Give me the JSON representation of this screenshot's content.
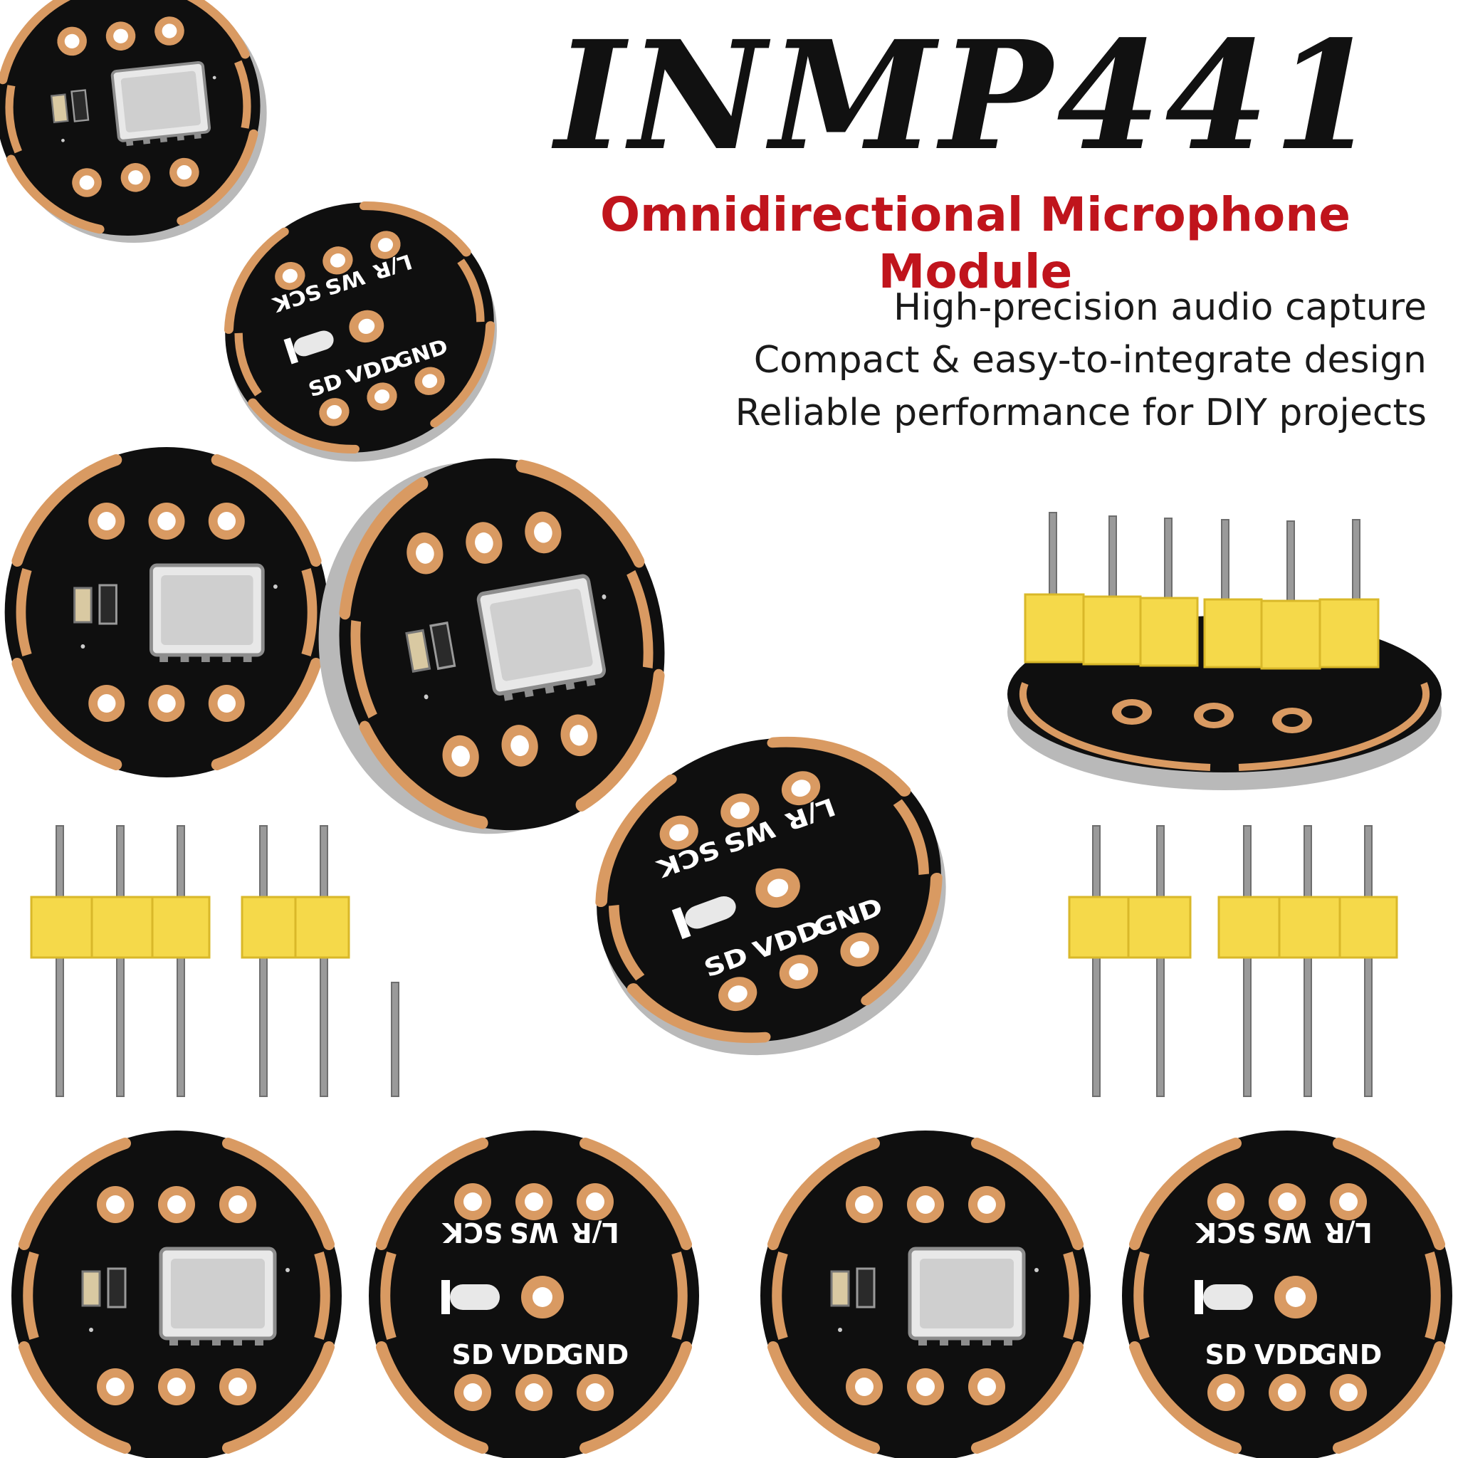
{
  "header": {
    "title": "INMP441",
    "subtitle": "Omnidirectional Microphone Module",
    "features": [
      "High-precision audio capture",
      "Compact & easy-to-integrate design",
      "Reliable performance for DIY projects"
    ]
  },
  "board": {
    "pin_labels": [
      "SCK",
      "WS",
      "L/R",
      "SD",
      "VDD",
      "GND"
    ],
    "colors": {
      "pcb": "#0f0f0f",
      "copper": "#d99a62",
      "edge": "#b9b9b9",
      "header_plastic": "#f5d94a",
      "pin_metal": "#9a9a9a",
      "mic_can": "#cfcfcf"
    }
  }
}
